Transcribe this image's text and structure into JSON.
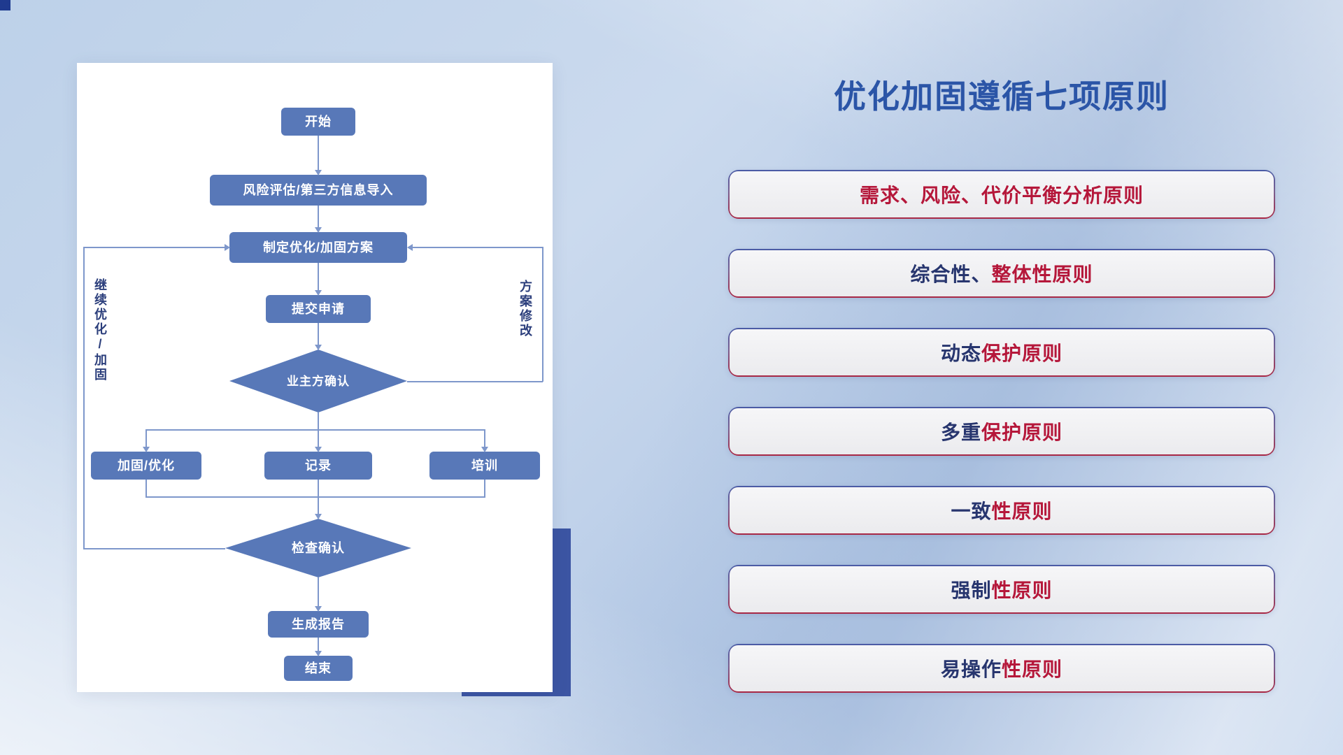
{
  "title": "优化加固遵循七项原则",
  "flowchart": {
    "start": "开始",
    "risk_import": "风险评估/第三方信息导入",
    "make_plan": "制定优化/加固方案",
    "submit": "提交申请",
    "owner_confirm": "业主方确认",
    "reinforce": "加固/优化",
    "record": "记录",
    "training": "培训",
    "check_confirm": "检查确认",
    "report": "生成报告",
    "end": "结束",
    "loop_left": "继续优化/加固",
    "loop_right": "方案修改"
  },
  "principles": [
    {
      "blue": "",
      "red": "需求、风险、代价平衡分析原则"
    },
    {
      "blue": "综合性、",
      "red": "整体性原则"
    },
    {
      "blue": "动态",
      "red": "保护原则"
    },
    {
      "blue": "多重",
      "red": "保护原则"
    },
    {
      "blue": "一致",
      "red": "性原则"
    },
    {
      "blue": "强制",
      "red": "性原则"
    },
    {
      "blue": "易操作",
      "red": "性原则"
    }
  ],
  "colors": {
    "accent_blue": "#2b55a7",
    "node_blue": "#5878b8",
    "line_blue": "#7e97cb",
    "text_red": "#b5173a",
    "text_navy": "#27356e",
    "shadow_navy": "#3c55a3"
  }
}
